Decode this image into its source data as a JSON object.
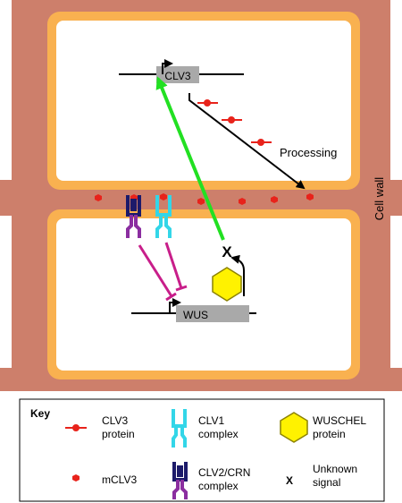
{
  "diagram": {
    "genes": {
      "top": "CLV3",
      "bottom": "WUS"
    },
    "labels": {
      "processing": "Processing",
      "cell_wall": "Cell wall",
      "signal_mark": "X"
    },
    "colors": {
      "cell_wall": "#CD7F6B",
      "membrane": "#F9B150",
      "gene_box": "#A9A9A9",
      "clv3_protein": "#E8231B",
      "clv1": "#33D6E8",
      "clv2_crn_top": "#1C1A6A",
      "clv2_crn_bottom": "#8B2EA0",
      "inhibition": "#C81E8A",
      "activation": "#22E022",
      "wuschel": "#FFF200"
    }
  },
  "key": {
    "title": "Key",
    "items": [
      {
        "icon": "clv3-protein-icon",
        "line1": "CLV3",
        "line2": "protein"
      },
      {
        "icon": "clv1-complex-icon",
        "line1": "CLV1",
        "line2": "complex"
      },
      {
        "icon": "wuschel-protein-icon",
        "line1": "WUSCHEL",
        "line2": "protein"
      },
      {
        "icon": "mclv3-icon",
        "line1": "mCLV3",
        "line2": ""
      },
      {
        "icon": "clv2-crn-complex-icon",
        "line1": "CLV2/CRN",
        "line2": "complex"
      },
      {
        "icon": "unknown-signal-icon",
        "line1": "Unknown",
        "line2": "signal"
      }
    ]
  }
}
